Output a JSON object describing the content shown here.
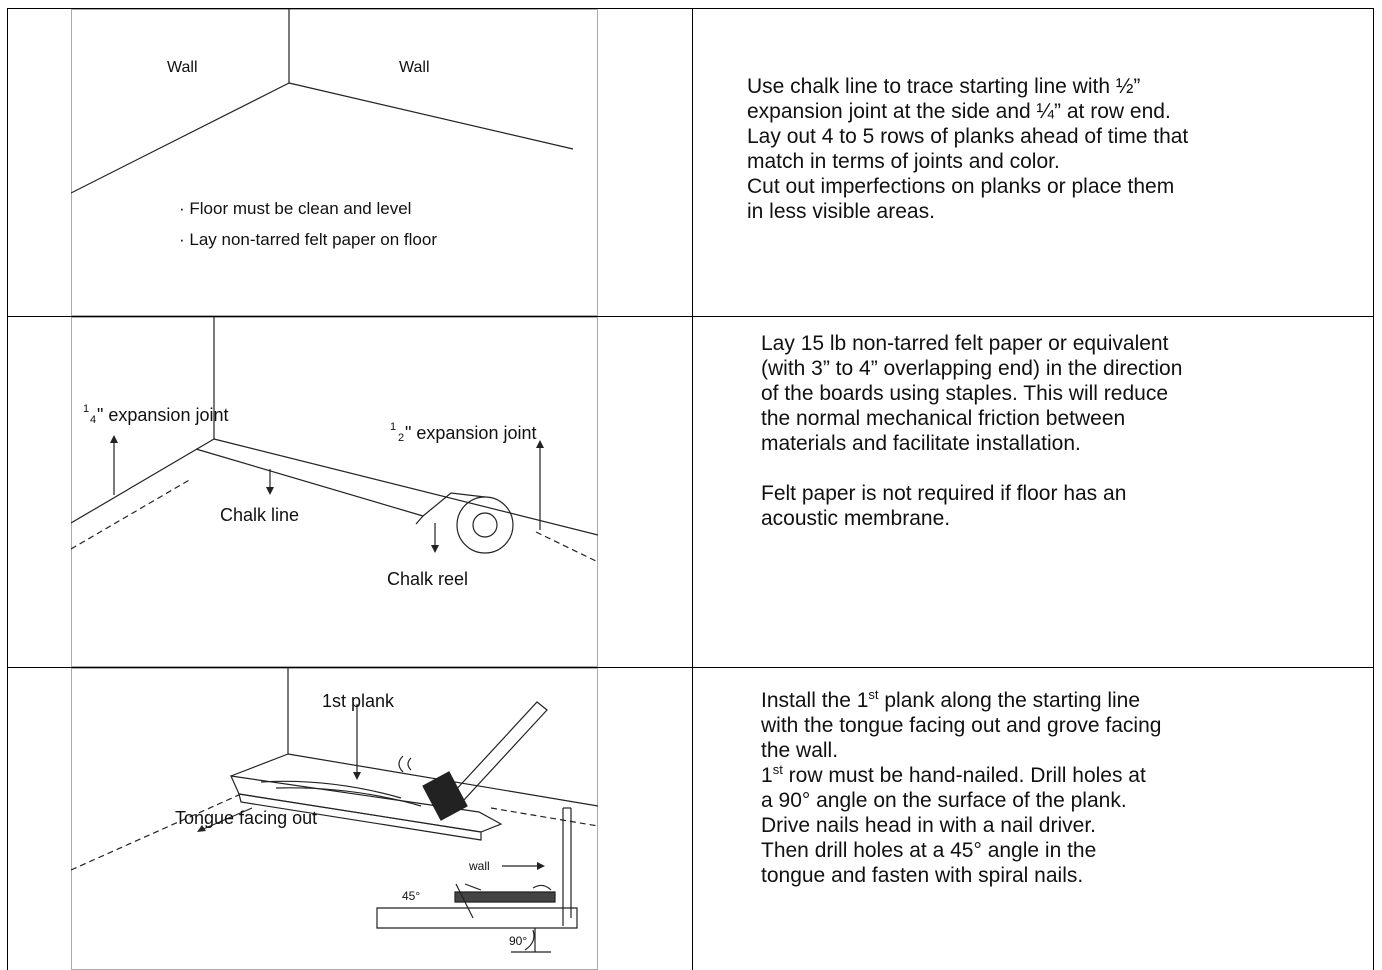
{
  "rows": [
    {
      "figure": {
        "wall_left": "Wall",
        "wall_right": "Wall",
        "bullet_1": "· Floor must be clean and level",
        "bullet_2": "· Lay non-tarred felt paper on floor"
      },
      "text": {
        "l1": "Use chalk line to trace starting line with ½”",
        "l2": "expansion joint at the side and ¼” at row end.",
        "l3": "Lay out 4 to 5 rows of planks ahead of time that",
        "l4": "match in terms of joints and color.",
        "l5": "Cut out imperfections on planks or place them",
        "l6": "in less visible areas."
      }
    },
    {
      "figure": {
        "joint_left_num": "1",
        "joint_left_den": "4",
        "joint_left_label": "\" expansion joint",
        "joint_right_num": "1",
        "joint_right_den": "2",
        "joint_right_label": "\" expansion joint",
        "chalk_line": "Chalk line",
        "chalk_reel": "Chalk reel"
      },
      "text": {
        "l1": "Lay 15 lb non-tarred felt paper or equivalent",
        "l2": "(with 3” to 4” overlapping end) in the direction",
        "l3": "of the boards using staples.   This will reduce",
        "l4": "the normal mechanical friction between",
        "l5": "materials and facilitate installation.",
        "l6": "Felt paper is not required if floor has an",
        "l7": "acoustic membrane."
      }
    },
    {
      "figure": {
        "first_plank": "1st plank",
        "tongue": "Tongue facing out",
        "wall": "wall",
        "angle_45": "45°",
        "angle_90": "90°"
      },
      "text": {
        "l1_a": "Install the 1",
        "l1_sup": "st",
        "l1_b": " plank along the starting line",
        "l2": "with the tongue facing out and grove facing",
        "l3": "the wall.",
        "l4_a": "1",
        "l4_sup": "st",
        "l4_b": " row must be hand-nailed.   Drill holes at",
        "l5": "a 90° angle on the surface of the plank.",
        "l6": "Drive nails head in with a nail driver.",
        "l7": "Then drill holes at a 45° angle in the",
        "l8": "tongue and fasten with spiral nails."
      }
    }
  ]
}
